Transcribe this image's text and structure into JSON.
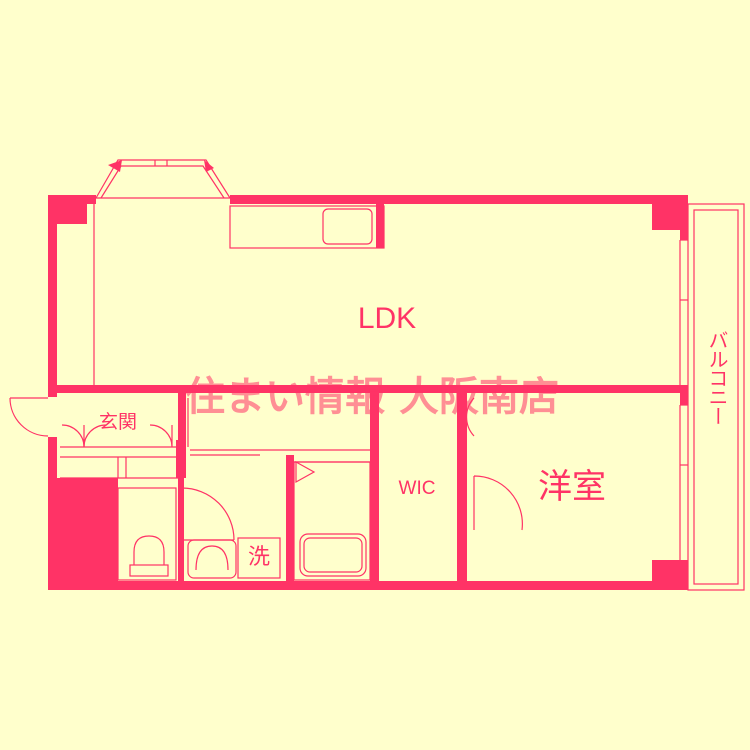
{
  "colors": {
    "background": "#ffffcc",
    "wall": "#ff3366",
    "line": "#ff3366"
  },
  "rooms": {
    "ldk": "LDK",
    "western_room": "洋室",
    "wic": "WIC",
    "entrance": "玄関",
    "washroom": "洗",
    "balcony": "バルコニー"
  },
  "watermark": "住まい情報 大阪南店"
}
